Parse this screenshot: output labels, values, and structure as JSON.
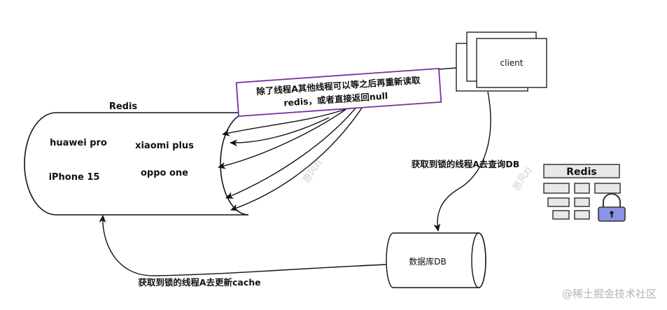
{
  "redis_cylinder": {
    "label": "Redis",
    "items": [
      "huawei pro",
      "xiaomi plus",
      "iPhone 15",
      "oppo one"
    ]
  },
  "client": {
    "label": "client"
  },
  "note": {
    "line1": "除了线程A其他线程可以等之后再重新读取",
    "line2": "redis，或者直接返回null",
    "border_color": "#7b2fa0"
  },
  "database": {
    "label": "数据库DB"
  },
  "arrows": {
    "client_to_db": "获取到锁的线程A去查询DB",
    "db_to_redis": "获取到锁的线程A去更新cache"
  },
  "lock_icon": {
    "label": "Redis",
    "lock_color": "#8b93e6"
  },
  "watermarks": {
    "small": "愿风zj",
    "footer": "@稀土掘金技术社区"
  }
}
